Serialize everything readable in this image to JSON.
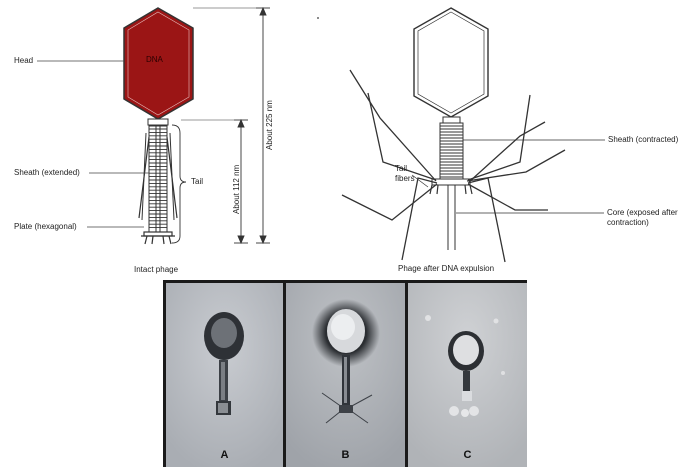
{
  "intact": {
    "labels": {
      "head": "Head",
      "dna": "DNA",
      "sheath": "Sheath (extended)",
      "plate": "Plate (hexagonal)",
      "tail": "Tail",
      "tail_length": "About 112 nm",
      "total_length": "About 225 nm"
    },
    "caption": "Intact phage",
    "colors": {
      "head_fill": "#9b1515",
      "line": "#333333"
    }
  },
  "expelled": {
    "labels": {
      "tail_fibers": [
        "Tail",
        "fibers"
      ],
      "sheath": "Sheath (contracted)",
      "core": [
        "Core (exposed after",
        "contraction)"
      ]
    },
    "caption": "Phage after DNA expulsion"
  },
  "micrographs": {
    "panels": [
      {
        "letter": "A",
        "background": "#b9bcc2"
      },
      {
        "letter": "B",
        "background": "#aeb1b6"
      },
      {
        "letter": "C",
        "background": "#c1c3c6"
      }
    ]
  }
}
